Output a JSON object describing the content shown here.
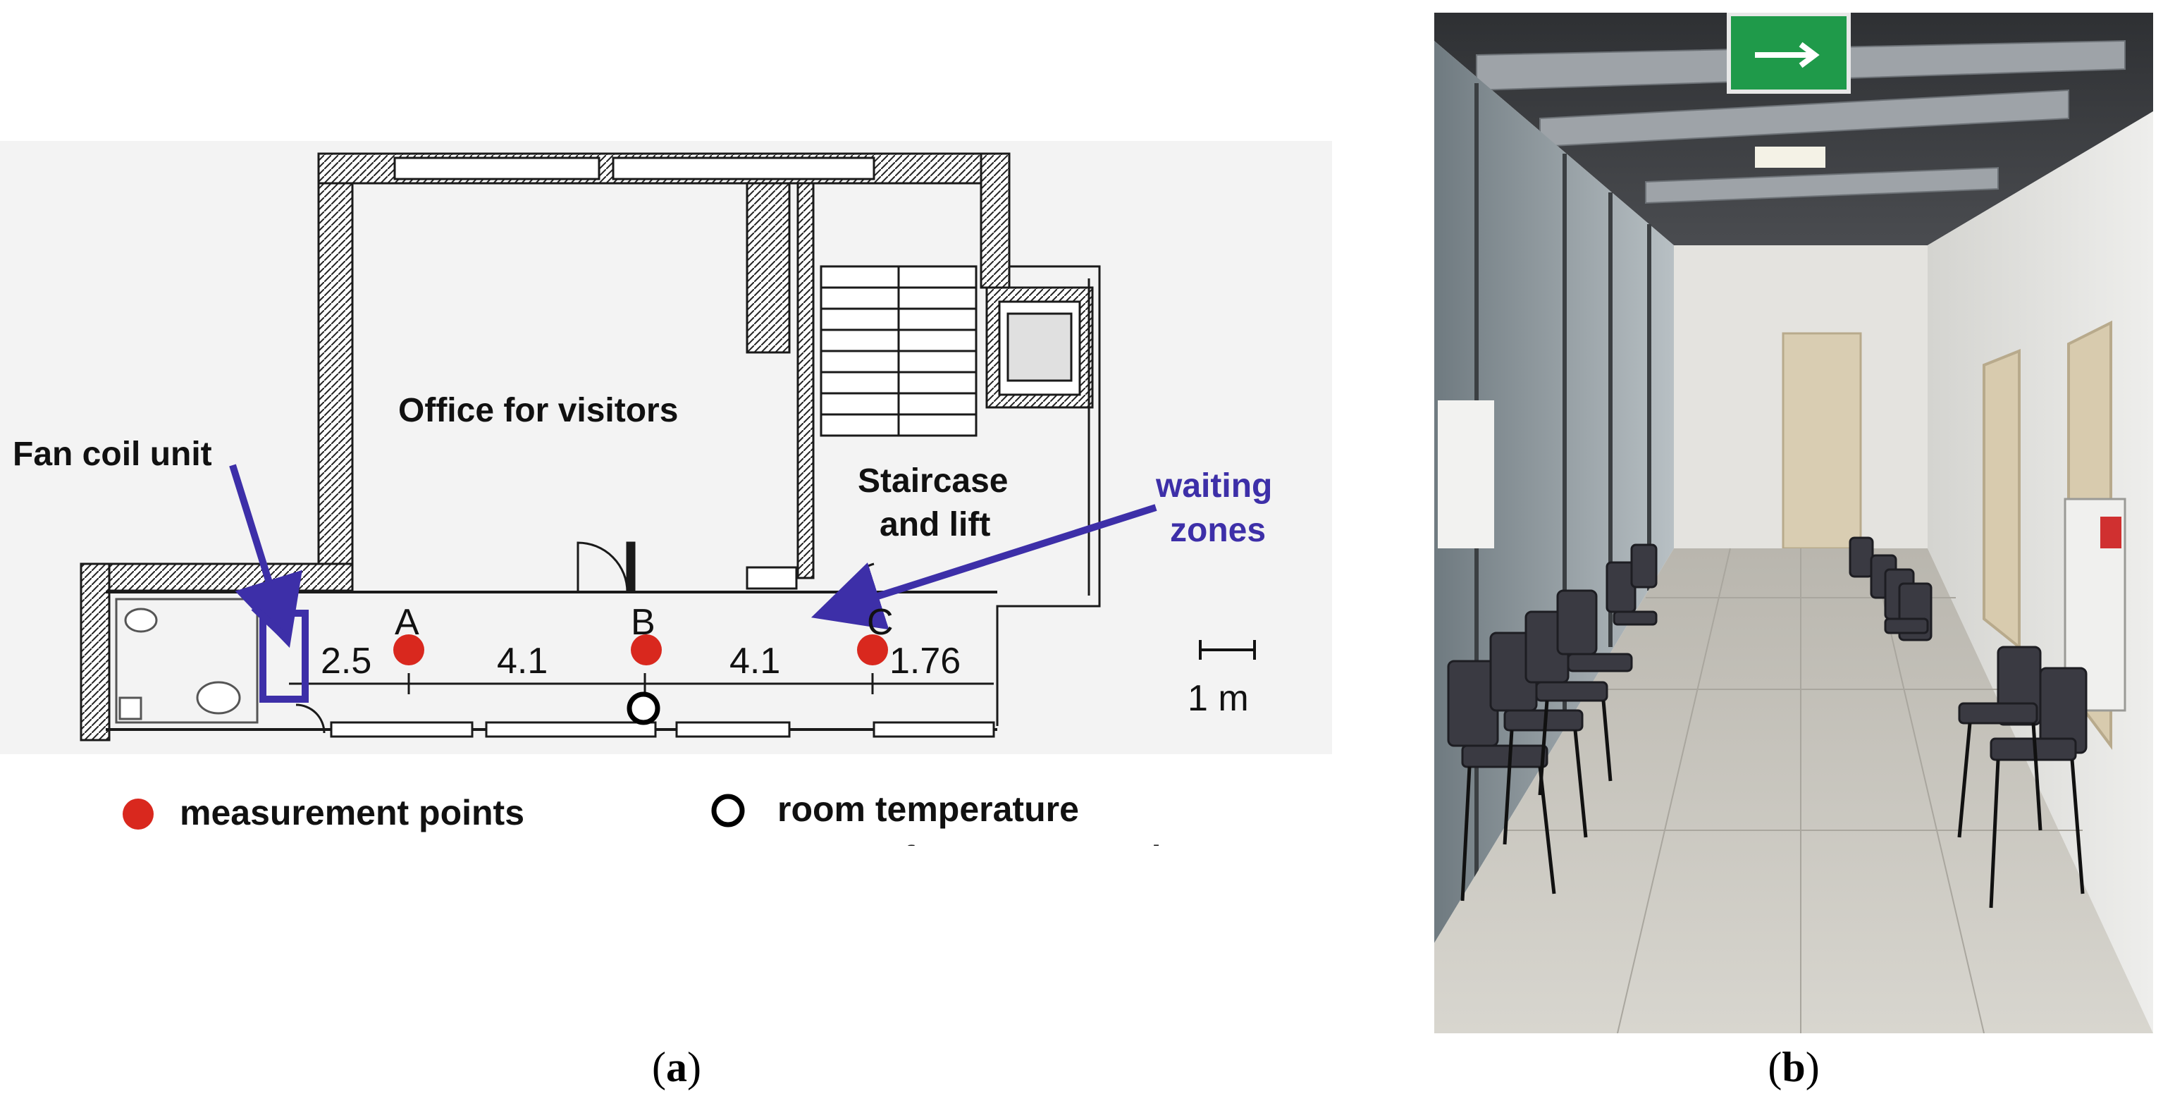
{
  "panel_a": {
    "labels": {
      "office": "Office for visitors",
      "staircase_line1": "Staircase",
      "staircase_line2": "and lift",
      "fan_coil": "Fan coil unit",
      "waiting_line1": "waiting",
      "waiting_line2": "zones"
    },
    "points": [
      {
        "name": "A"
      },
      {
        "name": "B"
      },
      {
        "name": "C"
      }
    ],
    "distances": [
      "2.5",
      "4.1",
      "4.1",
      "1.76"
    ],
    "scale_label": "1 m",
    "legend": {
      "measurement": "measurement points",
      "sensor_line1": "room temperature",
      "sensor_line2": "sensor for FCU control"
    },
    "colors": {
      "accent": "#3d2fa8",
      "point": "#d9281e",
      "wall": "#1a1a1a"
    },
    "caption_open": "(",
    "caption_letter": "a",
    "caption_close": ")"
  },
  "panel_b": {
    "caption_open": "(",
    "caption_letter": "b",
    "caption_close": ")",
    "colors": {
      "exit_sign": "#1f9a4a",
      "chair": "#3a3a42",
      "floor": "#c9c7c0",
      "wall": "#dcdcd8"
    }
  }
}
